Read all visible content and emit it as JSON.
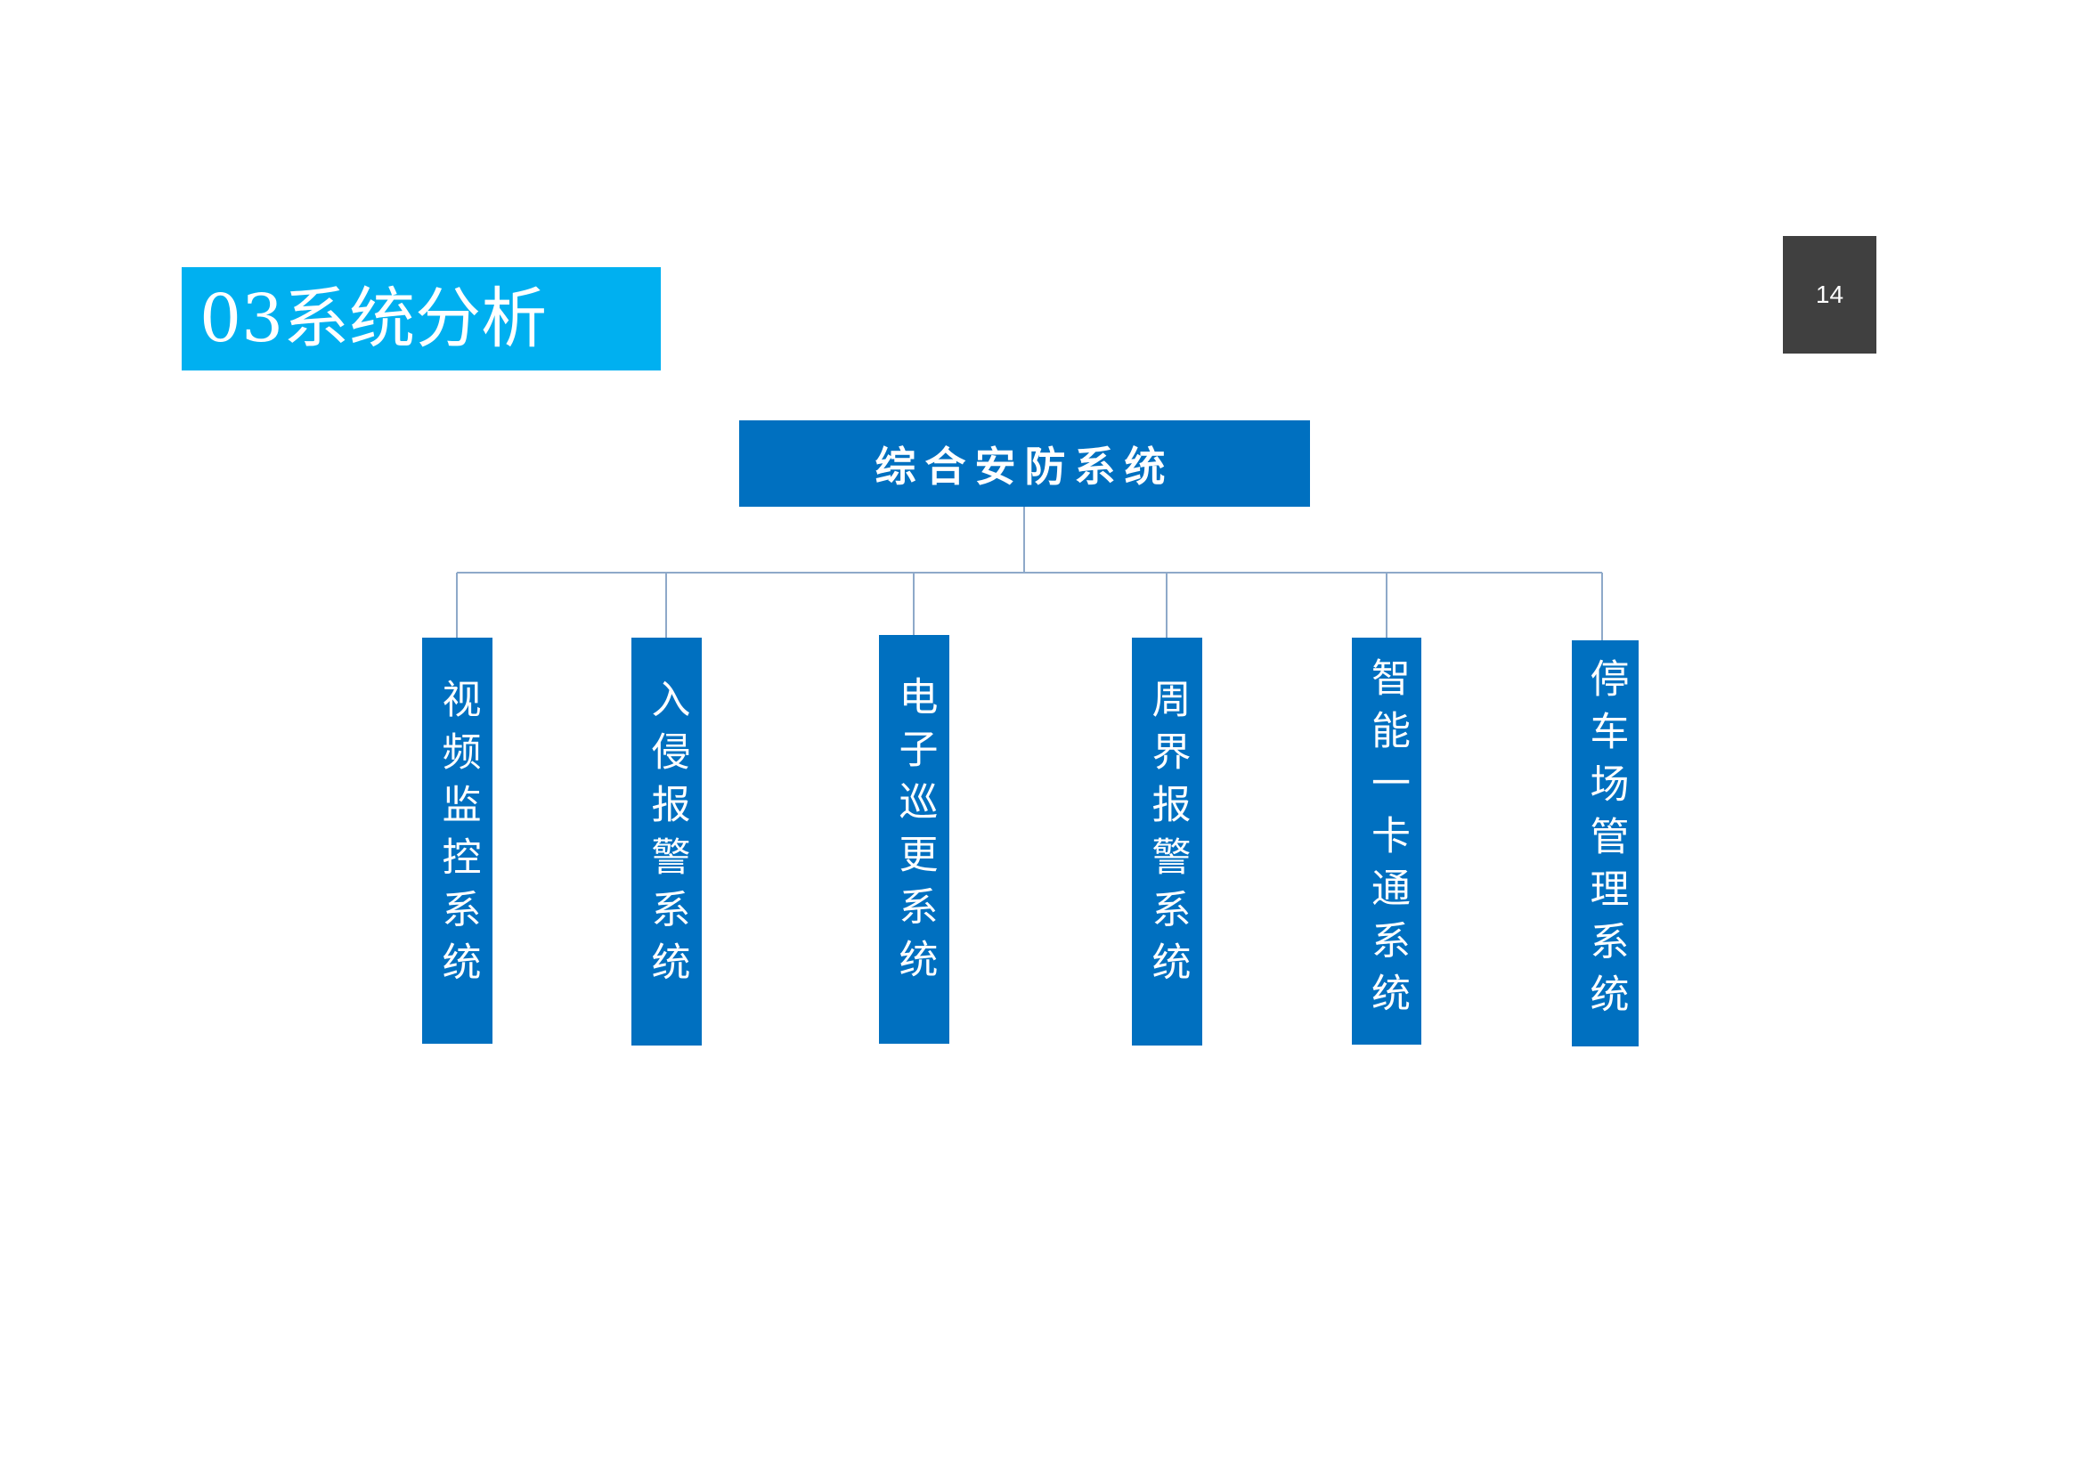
{
  "section_title": "03系统分析",
  "page_number": "14",
  "diagram": {
    "root": "综合安防系统",
    "children": [
      "视频监控系统",
      "入侵报警系统",
      "电子巡更系统",
      "周界报警系统",
      "智能一卡通系统",
      "停车场管理系统"
    ]
  },
  "colors": {
    "title_bg": "#00b0f0",
    "box_bg": "#0070c0",
    "page_number_bg": "#404040",
    "connector": "#8ea9c9"
  }
}
